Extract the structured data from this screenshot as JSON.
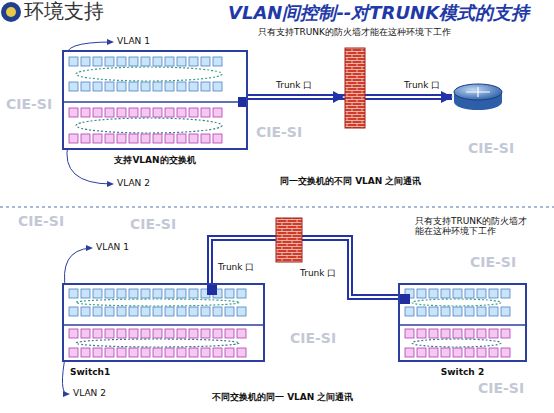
{
  "diagram": {
    "title": "VLAN间控制--对TRUNK模式的支持",
    "nodes": [
      {
        "text": [
          "支持VLAN的交换机"
        ]
      },
      {
        "text": [
          "Switch1"
        ]
      },
      {
        "text": [
          "Switch 2"
        ]
      }
    ],
    "edges": [
      {
        "from": 1,
        "to": 2,
        "arrow": "none"
      }
    ],
    "labels": [
      "环境支持",
      "只有支持TRUNK的防火墙才能在这种环境下工作",
      "VLAN 1",
      "VLAN 2",
      "Trunk 口",
      "Trunk 口",
      "同一交换机的不同 VLAN 之间通讯",
      "只有支持TRUNK的防火墙才能在这种环境下工作",
      "VLAN 1",
      "Trunk 口",
      "Trunk 口",
      "VLAN 2",
      "不同交换机的同一 VLAN 之间通讯",
      "CIE-SI",
      "CIE-SI",
      "CIE-SI",
      "CIE-SI",
      "CIE-SI",
      "CIE-SI",
      "CIE-SI",
      "CIE-SI"
    ]
  }
}
